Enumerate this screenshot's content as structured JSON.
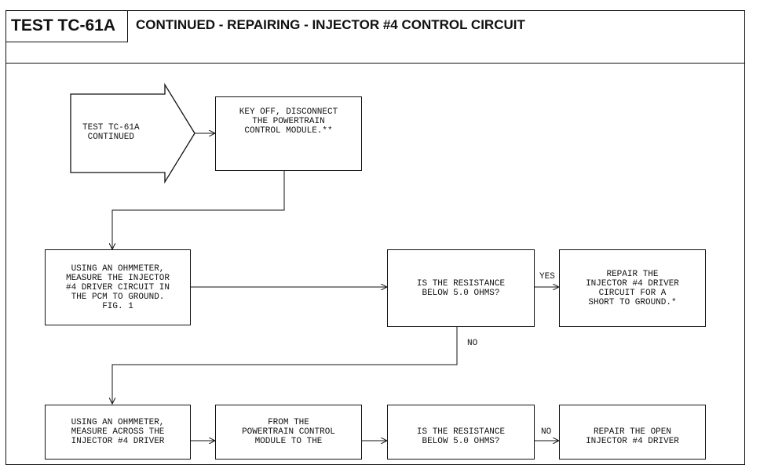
{
  "header": {
    "test_id": "TEST TC-61A",
    "title": "CONTINUED - REPAIRING - INJECTOR #4 CONTROL CIRCUIT"
  },
  "flow": {
    "start": "TEST TC-61A\nCONTINUED",
    "key_off": "KEY OFF, DISCONNECT\nTHE POWERTRAIN\nCONTROL MODULE.**",
    "ohmmeter_driver": "USING AN OHMMETER,\nMEASURE THE INJECTOR\n#4 DRIVER CIRCUIT IN\nTHE PCM TO GROUND.\nFIG. 1",
    "resistance_q1": "IS THE RESISTANCE\nBELOW 5.0 OHMS?",
    "repair_short": "REPAIR THE\nINJECTOR #4 DRIVER\nCIRCUIT FOR A\nSHORT TO GROUND.*",
    "ohmmeter_across": "USING AN OHMMETER,\nMEASURE ACROSS THE\nINJECTOR #4 DRIVER",
    "from_pcm": "FROM THE\nPOWERTRAIN CONTROL\nMODULE TO THE",
    "resistance_q2": "IS THE RESISTANCE\nBELOW 5.0 OHMS?",
    "repair_open": "REPAIR THE OPEN\nINJECTOR #4 DRIVER"
  },
  "labels": {
    "yes": "YES",
    "no_1": "NO",
    "no_2": "NO"
  }
}
